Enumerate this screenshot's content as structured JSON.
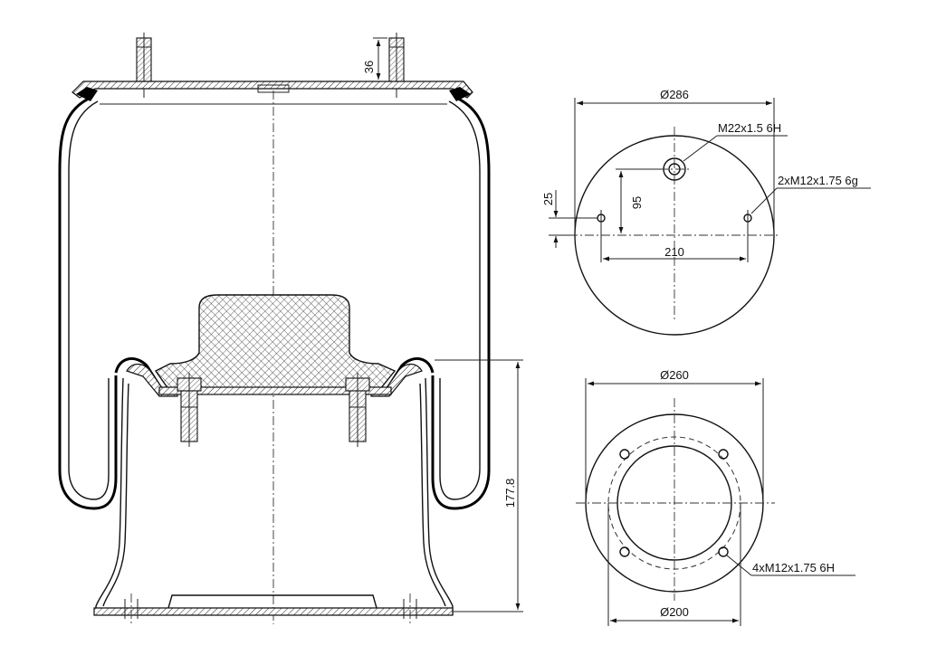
{
  "side_view": {
    "dim_stud_height": "36",
    "dim_piston_height": "177.8"
  },
  "top_plate_view": {
    "dim_diameter": "Ø286",
    "label_center_thread": "M22x1.5 6H",
    "label_stud_thread": "2xM12x1.75 6g",
    "dim_stud_offset": "25",
    "dim_center_offset": "95",
    "dim_stud_spacing": "210"
  },
  "bottom_plate_view": {
    "dim_outer_diameter": "Ø260",
    "dim_bolt_circle": "Ø200",
    "label_bolt_thread": "4xM12x1.75 6H"
  }
}
